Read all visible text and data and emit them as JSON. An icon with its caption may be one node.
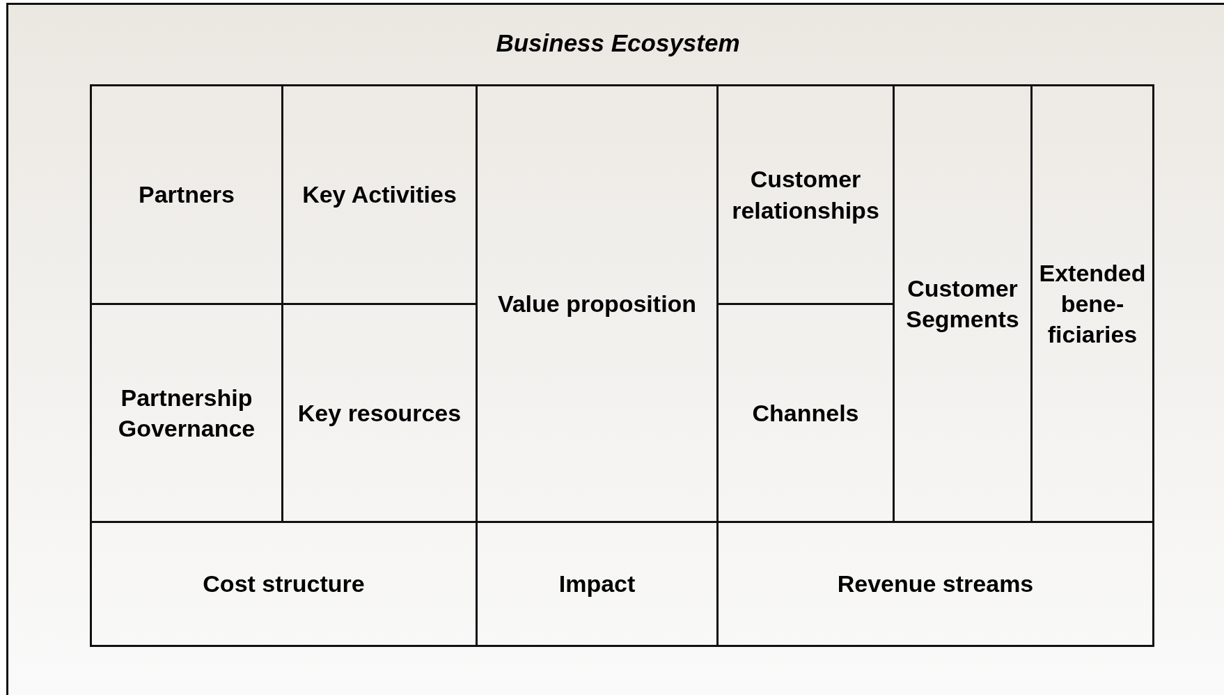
{
  "diagram": {
    "title": "Business Ecosystem",
    "nodes": [
      {
        "text": [
          "Partners"
        ]
      },
      {
        "text": [
          "Key Activities"
        ]
      },
      {
        "text": [
          "Value proposition"
        ]
      },
      {
        "text": [
          "Customer relationships"
        ]
      },
      {
        "text": [
          "Customer Segments"
        ]
      },
      {
        "text": [
          "Extended bene-ficiaries"
        ]
      },
      {
        "text": [
          "Partnership Governance"
        ]
      },
      {
        "text": [
          "Key resources"
        ]
      },
      {
        "text": [
          "Channels"
        ]
      },
      {
        "text": [
          "Cost structure"
        ]
      },
      {
        "text": [
          "Impact"
        ]
      },
      {
        "text": [
          "Revenue streams"
        ]
      }
    ]
  }
}
